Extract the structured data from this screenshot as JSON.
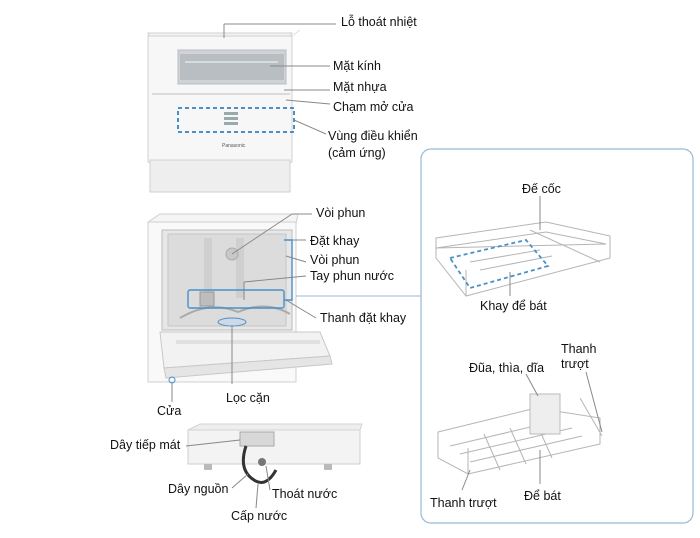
{
  "diagram": {
    "accent_color": "#4a90c8",
    "panel_border_color": "#9ab8d8",
    "machine_brand": "Panasonic",
    "labels": {
      "heat_vent": "Lỗ thoát nhiệt",
      "glass_surface": "Mặt kính",
      "plastic_surface": "Mặt nhựa",
      "touch_to_open": "Chạm mở cửa",
      "control_area_line1": "Vùng điều khiển",
      "control_area_line2": "(cảm ứng)",
      "upper_spray_nozzle": "Vòi phun",
      "tray_slot": "Đặt khay",
      "lower_spray_nozzle": "Vòi phun",
      "spray_arm": "Tay phun nước",
      "tray_rail": "Thanh đặt khay",
      "filter": "Lọc cặn",
      "door": "Cửa",
      "ground_wire": "Dây tiếp mát",
      "power_cord": "Dây nguồn",
      "drain_hose": "Thoát nước",
      "water_supply": "Cấp nước",
      "cup_rack": "Đế cốc",
      "bowl_tray": "Khay để bát",
      "cutlery_basket": "Đũa, thìa, dĩa",
      "slider_top_line1": "Thanh",
      "slider_top_line2": "trượt",
      "slider_bottom": "Thanh trượt",
      "plate_rack": "Để bát"
    }
  }
}
